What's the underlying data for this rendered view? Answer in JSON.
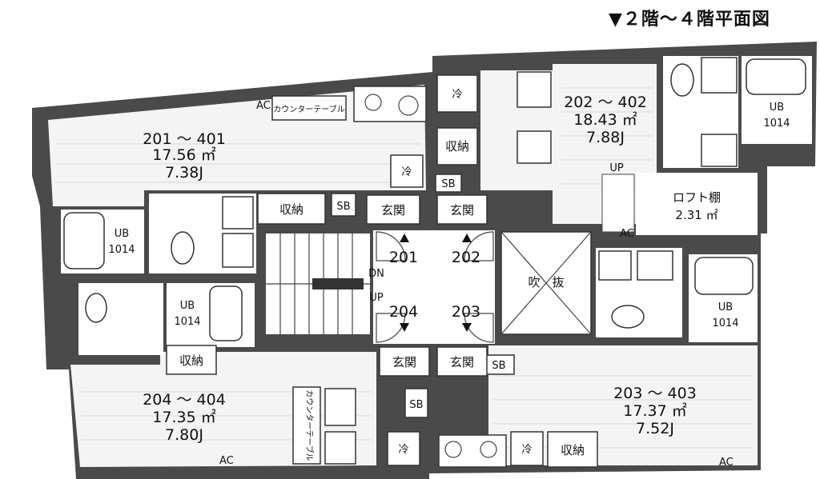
{
  "title": "▼２階～４階平面図",
  "units": [
    {
      "range": "201 ～ 401",
      "area": "17.56 ㎡",
      "tatami": "7.38J"
    },
    {
      "range": "202 ～ 402",
      "area": "18.43 ㎡",
      "tatami": "7.88J"
    },
    {
      "range": "204 ～ 404",
      "area": "17.35 ㎡",
      "tatami": "7.80J"
    },
    {
      "range": "203 ～ 403",
      "area": "17.37 ㎡",
      "tatami": "7.52J"
    }
  ],
  "doors": {
    "d201": "201",
    "d202": "202",
    "d204": "204",
    "d203": "203"
  },
  "labels": {
    "ac": "AC",
    "counter": "カウンターテーブル",
    "storage": "収納",
    "sb": "SB",
    "entrance": "玄関",
    "fridge": "冷",
    "ub": "UB",
    "ub_size": "1014",
    "loft": "ロフト棚",
    "loft_area": "2.31 ㎡",
    "void": "吹　抜",
    "up": "UP",
    "dn": "DN"
  }
}
